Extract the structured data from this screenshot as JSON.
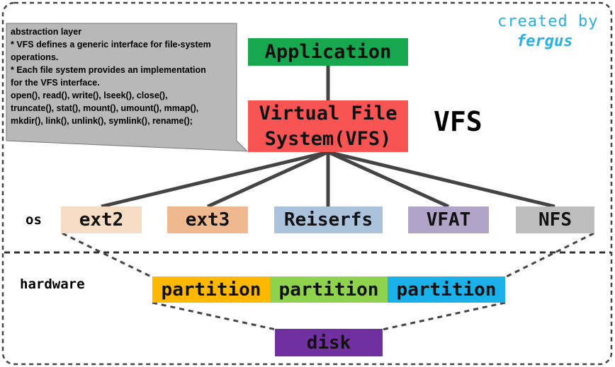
{
  "credit": {
    "line1": "created by",
    "line2": "fergus"
  },
  "callout": {
    "lines": [
      "abstraction layer",
      "* VFS defines a generic interface for file-system",
      "operations.",
      "* Each file system provides an implementation",
      "for the VFS interface.",
      "open(), read(), write(), lseek(), close(),",
      "truncate(), stat(), mount(), umount(), mmap(),",
      "mkdir(), link(), unlink(), symlink(), rename();"
    ]
  },
  "nodes": {
    "application": "Application",
    "vfs_line1": "Virtual File",
    "vfs_line2": "System(VFS)",
    "vfs_label": "VFS"
  },
  "filesystems": [
    "ext2",
    "ext3",
    "Reiserfs",
    "VFAT",
    "NFS"
  ],
  "layers": {
    "os": "os",
    "hardware": "hardware"
  },
  "partitions": [
    "partition",
    "partition",
    "partition"
  ],
  "disk": "disk",
  "colors": {
    "application": "#17a84f",
    "vfs": "#f95454",
    "ext2": "#f7dcc4",
    "ext3": "#f0b88f",
    "reiserfs": "#aac2dc",
    "vfat": "#b2a3c9",
    "nfs": "#bdbdbd",
    "partition1": "#ffb800",
    "partition2": "#8fd24d",
    "partition3": "#1ab0ea",
    "disk": "#7030a0",
    "credit": "#29b0e0",
    "callout": "#b8b8b8"
  }
}
